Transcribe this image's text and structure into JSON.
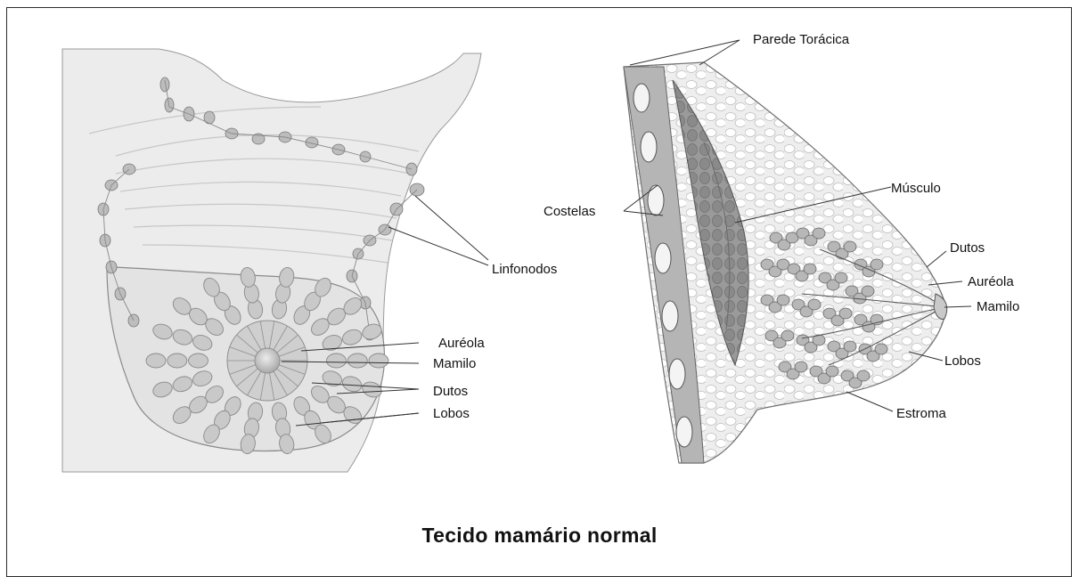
{
  "title": "Tecido mamário normal",
  "left_labels": {
    "linfonodos": "Linfonodos",
    "aureola": "Auréola",
    "mamilo": "Mamilo",
    "dutos": "Dutos",
    "lobos": "Lobos"
  },
  "right_labels": {
    "parede_toracica": "Parede Torácica",
    "costelas": "Costelas",
    "musculo": "Músculo",
    "dutos": "Dutos",
    "aureola": "Auréola",
    "mamilo": "Mamilo",
    "lobos": "Lobos",
    "estroma": "Estroma"
  },
  "colors": {
    "skin": "#e9e9e9",
    "lobule": "#c9c9c9",
    "muscle": "#8f8f8f",
    "line": "#333333"
  }
}
